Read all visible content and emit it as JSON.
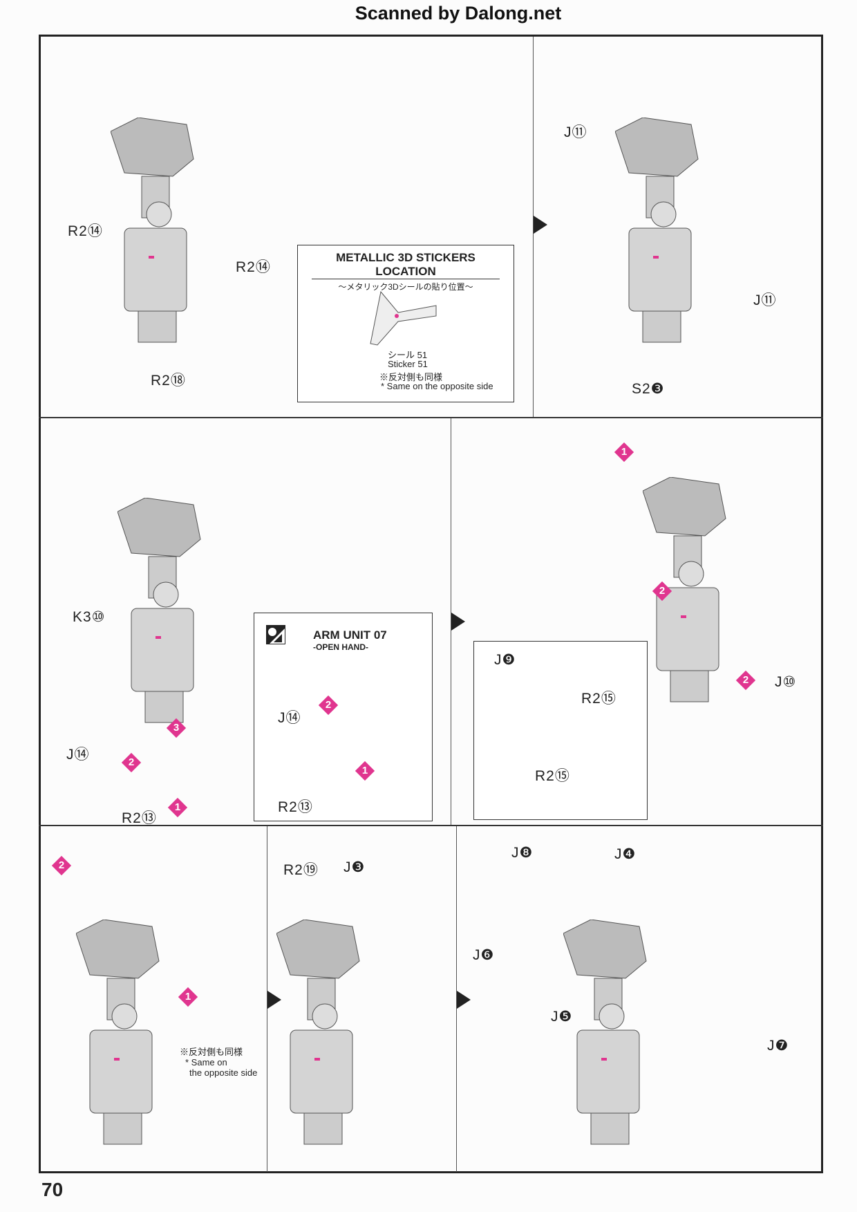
{
  "header": "Scanned by Dalong.net",
  "page_number": "70",
  "labels": {
    "r1": [
      "R2⑭",
      "R2⑭",
      "R2⑱",
      "J⑪",
      "J⑪",
      "S2❸"
    ],
    "r2": [
      "K3⑩",
      "J⑭",
      "R2⑬",
      "J⑭",
      "R2⑬",
      "J❾",
      "R2⑮",
      "R2⑮",
      "J⑩"
    ],
    "r3": [
      "R2⑲",
      "J❸",
      "J❽",
      "J❹",
      "J❻",
      "J❺",
      "J❼"
    ]
  },
  "steps": [
    "1",
    "2",
    "2",
    "3",
    "2",
    "1",
    "2",
    "1",
    "2",
    "1"
  ],
  "stickers_box": {
    "title": "METALLIC 3D STICKERS LOCATION",
    "subtitle": "〜メタリック3Dシールの貼り位置〜",
    "sticker_jp": "シール 51",
    "sticker_en": "Sticker 51",
    "note_jp": "※反対側も同様",
    "note_en": "* Same on the opposite side"
  },
  "arm_box": {
    "title": "ARM UNIT 07",
    "subtitle": "-OPEN HAND-"
  },
  "row3_note": {
    "jp": "※反対側も同様",
    "en1": "* Same on",
    "en2": "the opposite side"
  },
  "accent": "#e0358f"
}
